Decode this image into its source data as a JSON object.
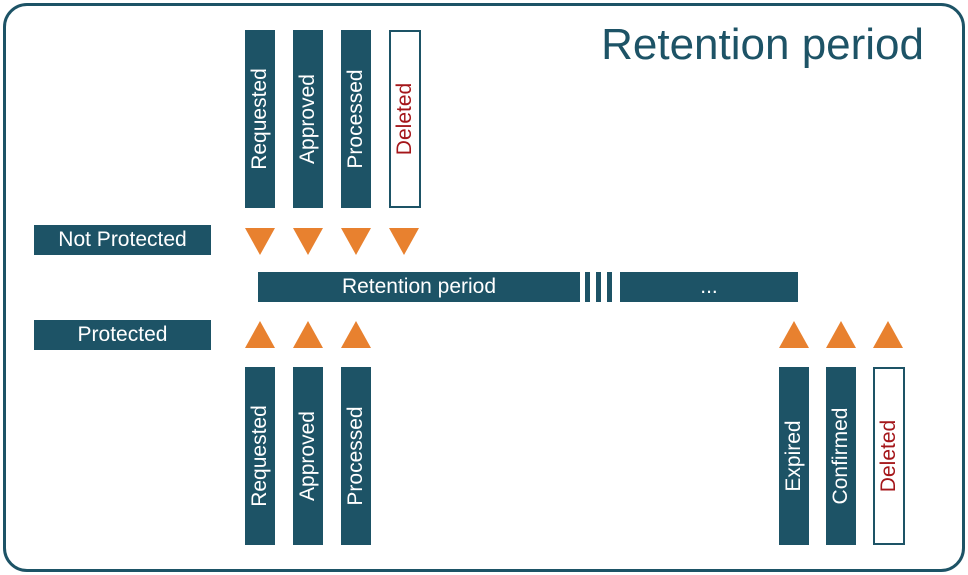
{
  "title": "Retention period",
  "row_labels": {
    "not_protected": "Not Protected",
    "protected": "Protected"
  },
  "timeline": {
    "main_label": "Retention period",
    "continuation_label": "..."
  },
  "top_stages": [
    {
      "label": "Requested",
      "style": "filled"
    },
    {
      "label": "Approved",
      "style": "filled"
    },
    {
      "label": "Processed",
      "style": "filled"
    },
    {
      "label": "Deleted",
      "style": "outlined"
    }
  ],
  "bottom_left_stages": [
    {
      "label": "Requested",
      "style": "filled"
    },
    {
      "label": "Approved",
      "style": "filled"
    },
    {
      "label": "Processed",
      "style": "filled"
    }
  ],
  "bottom_right_stages": [
    {
      "label": "Expired",
      "style": "filled"
    },
    {
      "label": "Confirmed",
      "style": "filled"
    },
    {
      "label": "Deleted",
      "style": "outlined"
    }
  ],
  "colors": {
    "primary": "#1d5366",
    "arrow": "#e8812f",
    "deleted_text": "#a4161a",
    "background": "#ffffff"
  }
}
